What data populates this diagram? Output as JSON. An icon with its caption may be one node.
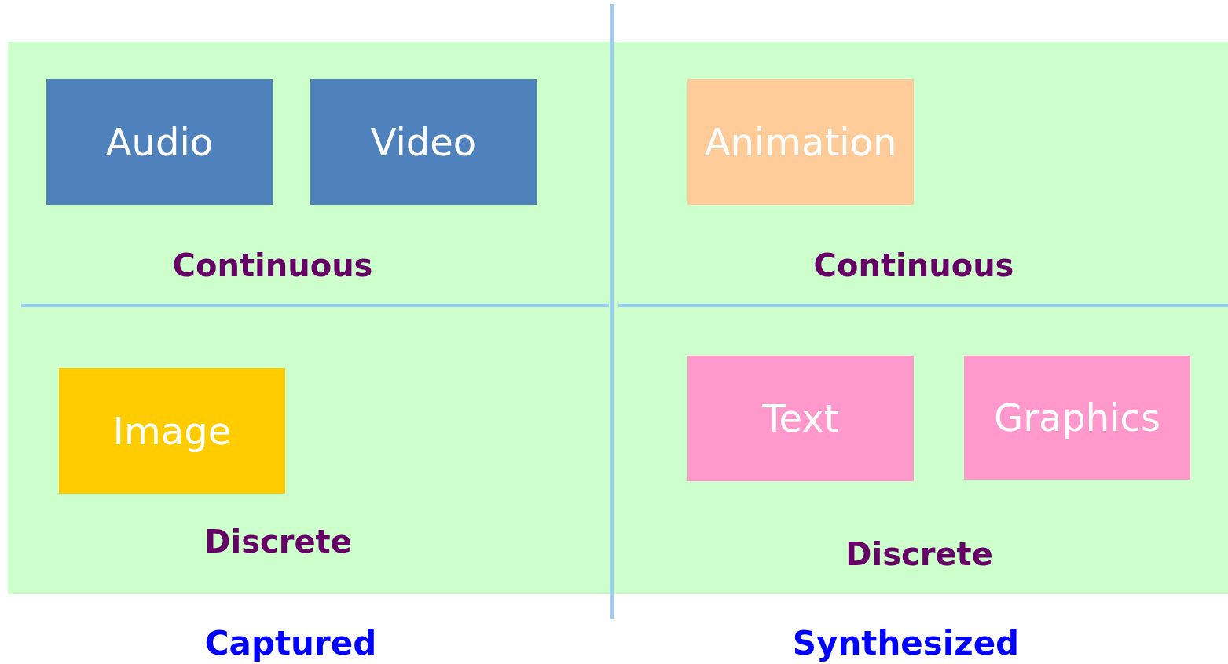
{
  "diagram": {
    "nodes": [
      {
        "text": [
          "Audio"
        ]
      },
      {
        "text": [
          "Video"
        ]
      },
      {
        "text": [
          "Animation"
        ]
      },
      {
        "text": [
          "Image"
        ]
      },
      {
        "text": [
          "Text"
        ]
      },
      {
        "text": [
          "Graphics"
        ]
      }
    ],
    "edges": [],
    "labels": [
      "Continuous",
      "Continuous",
      "Discrete",
      "Discrete",
      "Captured",
      "Synthesized"
    ]
  }
}
